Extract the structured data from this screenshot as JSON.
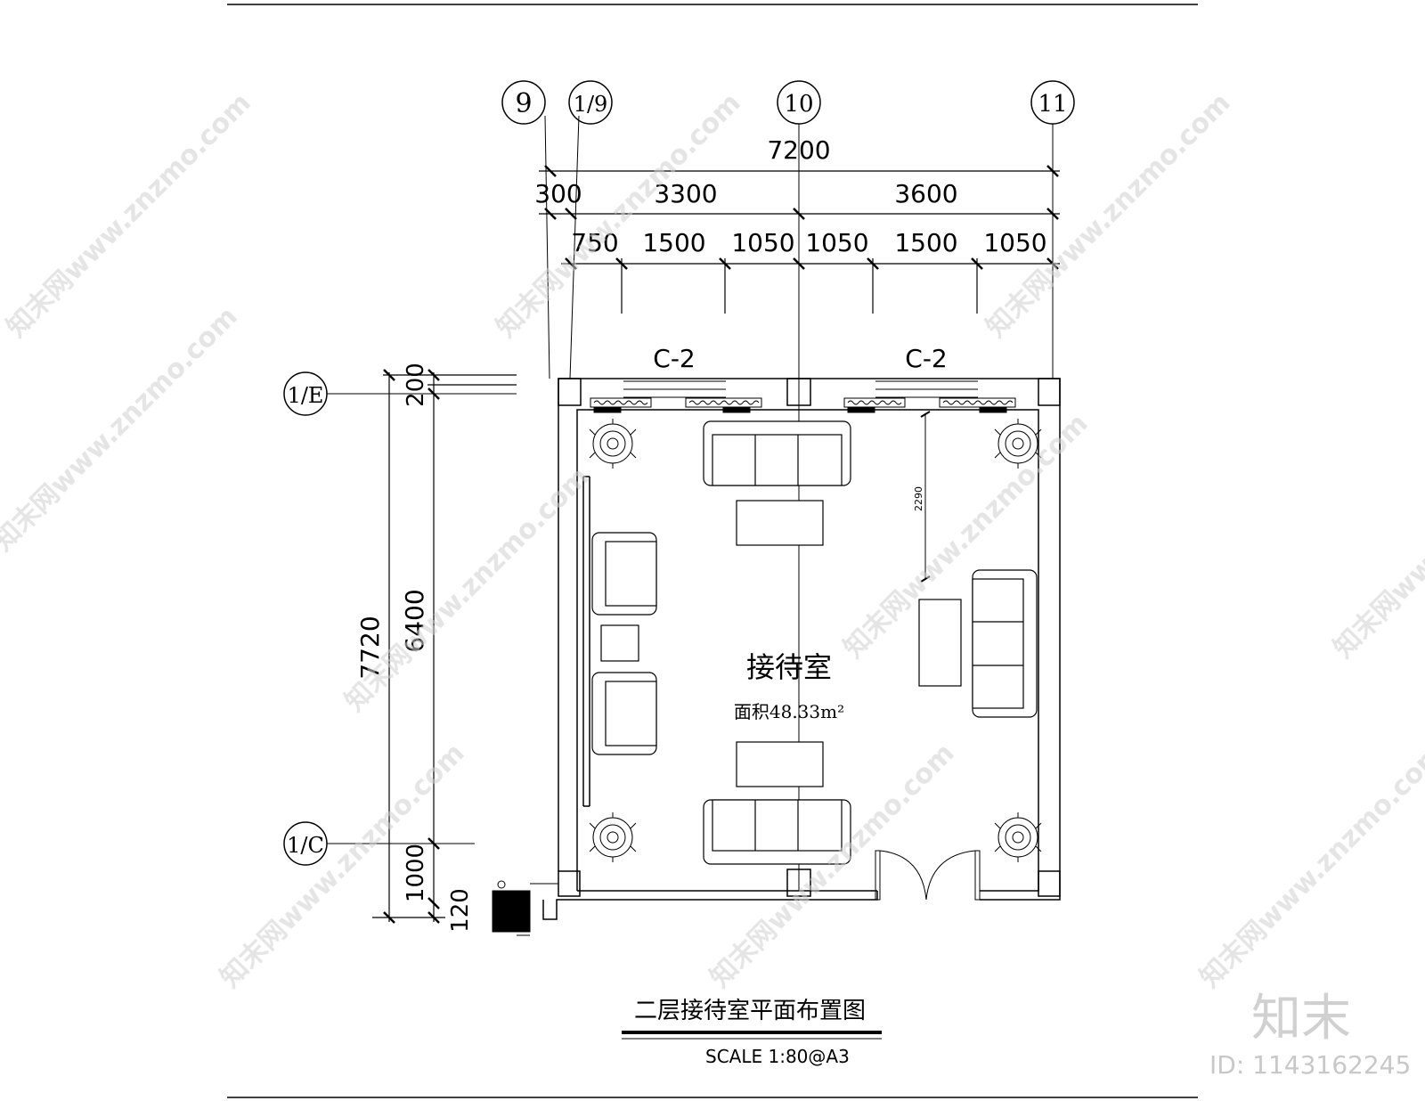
{
  "grid_axes": {
    "vertical": [
      "9",
      "1/9",
      "10",
      "11"
    ],
    "horizontal": [
      "1/E",
      "1/C"
    ]
  },
  "dimensions": {
    "top_total": "7200",
    "top_mid": [
      "300",
      "3300",
      "3600"
    ],
    "top_detail": [
      "750",
      "1500",
      "1050",
      "1050",
      "1500",
      "1050"
    ],
    "left_total": "7720",
    "left_segments": [
      "200",
      "6400",
      "1000",
      "120"
    ],
    "inner": "2290"
  },
  "windows": [
    "C-2",
    "C-2"
  ],
  "room": {
    "name": "接待室",
    "area": "面积48.33m²"
  },
  "drawing": {
    "title": "二层接待室平面布置图",
    "scale": "SCALE  1:80@A3"
  },
  "watermark": {
    "text": "知末网www.znzmo.com",
    "brand": "知末",
    "id": "ID: 1143162245"
  }
}
